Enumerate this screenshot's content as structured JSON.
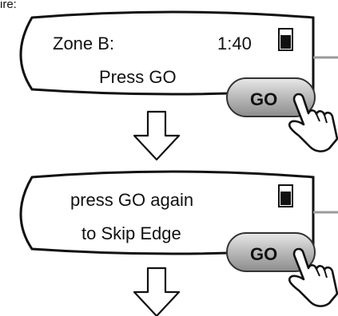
{
  "top_cut_text": "ire:",
  "screens": [
    {
      "zone_label": "Zone B:",
      "time": "1:40",
      "message": "Press GO",
      "go_label": "GO"
    },
    {
      "message_line1": "press GO again",
      "message_line2": "to Skip Edge",
      "go_label": "GO"
    }
  ],
  "colors": {
    "outline": "#111111",
    "button_fill": "#b5b5b5",
    "button_highlight": "#e6e6e6",
    "connector": "#9a9a9a",
    "background": "#ffffff"
  },
  "icons": [
    "battery-icon",
    "down-arrow-icon",
    "pointing-hand-icon"
  ]
}
